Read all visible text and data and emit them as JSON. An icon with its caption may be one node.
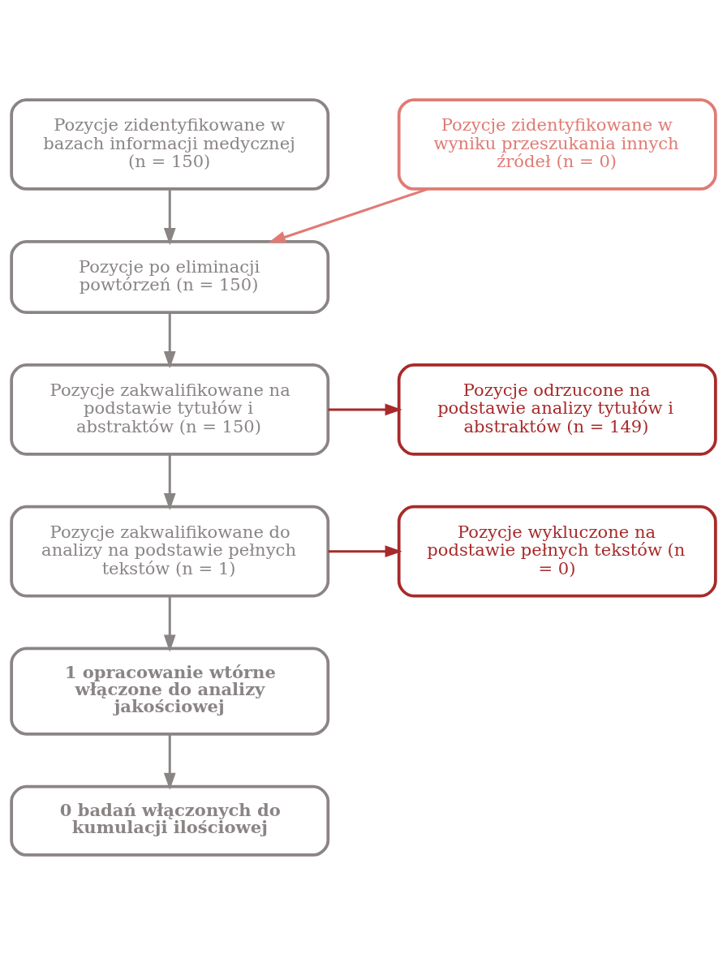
{
  "diagram": {
    "nodes": [
      {
        "text": [
          "Pozycje zidentyfikowane w bazach informacji medycznej (n = 150)"
        ]
      },
      {
        "text": [
          "Pozycje zidentyfikowane w wyniku przeszukania innych źródeł (n = 0)"
        ]
      },
      {
        "text": [
          "Pozycje po eliminacji powtórzeń (n = 150)"
        ]
      },
      {
        "text": [
          "Pozycje zakwalifikowane na podstawie tytułów i abstraktów (n = 150)"
        ]
      },
      {
        "text": [
          "Pozycje odrzucone na podstawie analizy tytułów i abstraktów (n = 149)"
        ]
      },
      {
        "text": [
          "Pozycje zakwalifikowane do analizy na podstawie pełnych tekstów (n = 1)"
        ]
      },
      {
        "text": [
          "Pozycje wykluczone na podstawie pełnych tekstów (n = 0)"
        ]
      },
      {
        "text": [
          "1 opracowanie wtórne włączone do analizy jakościowej"
        ]
      },
      {
        "text": [
          "0 badań włączonych do kumulacji ilościowej"
        ]
      }
    ],
    "edges": [
      {
        "from": 0,
        "to": 2,
        "arrow": "to"
      },
      {
        "from": 1,
        "to": 2,
        "arrow": "to",
        "color": "#e07b74"
      },
      {
        "from": 2,
        "to": 3,
        "arrow": "to"
      },
      {
        "from": 3,
        "to": 4,
        "arrow": "to",
        "color": "#a82a2a"
      },
      {
        "from": 3,
        "to": 5,
        "arrow": "to"
      },
      {
        "from": 5,
        "to": 6,
        "arrow": "to",
        "color": "#a82a2a"
      },
      {
        "from": 5,
        "to": 7,
        "arrow": "to"
      },
      {
        "from": 7,
        "to": 8,
        "arrow": "to"
      }
    ]
  }
}
